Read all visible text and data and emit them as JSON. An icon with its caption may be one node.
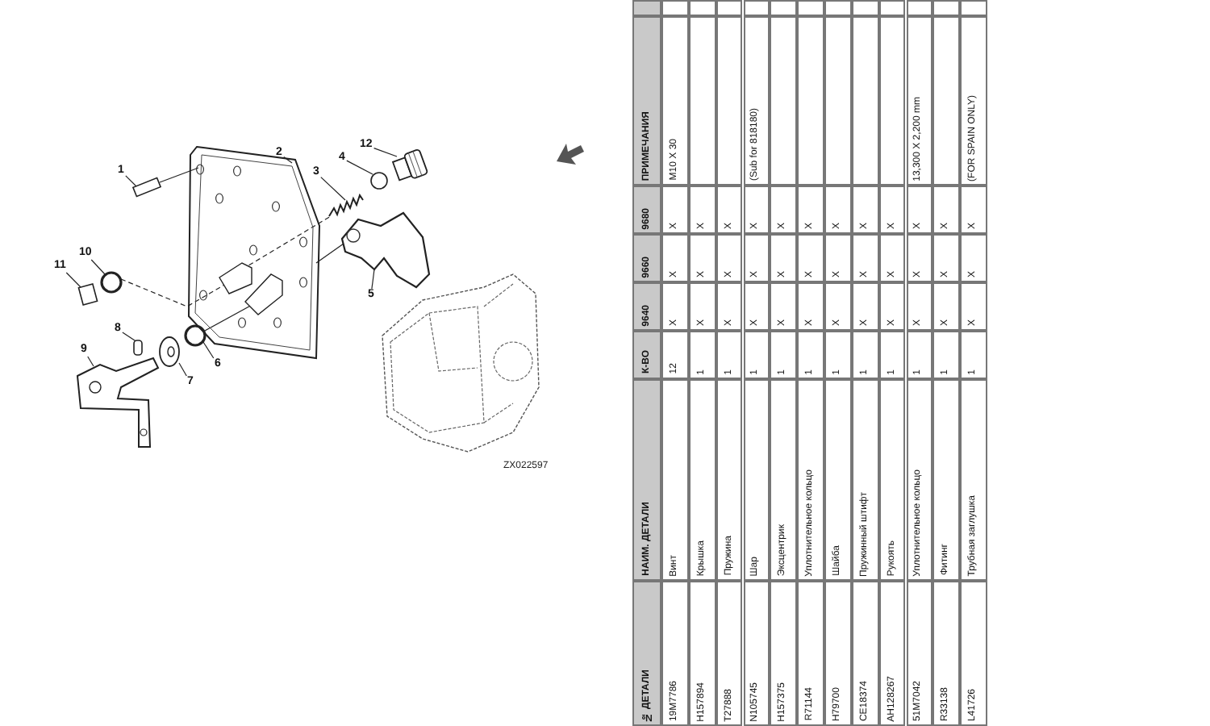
{
  "diagram": {
    "nodes": [
      {
        "text": [
          "1"
        ]
      },
      {
        "text": [
          "2"
        ]
      },
      {
        "text": [
          "3"
        ]
      },
      {
        "text": [
          "4"
        ]
      },
      {
        "text": [
          "5"
        ]
      },
      {
        "text": [
          "6"
        ]
      },
      {
        "text": [
          "7"
        ]
      },
      {
        "text": [
          "8"
        ]
      },
      {
        "text": [
          "9"
        ]
      },
      {
        "text": [
          "10"
        ]
      },
      {
        "text": [
          "11"
        ]
      },
      {
        "text": [
          "12"
        ]
      },
      {
        "text": [],
        "shape": "box"
      },
      {
        "text": [],
        "shape": "picture"
      },
      {
        "text": [],
        "shape": "picture"
      },
      {
        "text": [],
        "shape": "circle"
      },
      {
        "text": [],
        "shape": "picture"
      },
      {
        "text": [],
        "shape": "circle"
      },
      {
        "text": [],
        "shape": "picture"
      },
      {
        "text": [],
        "shape": "box"
      },
      {
        "text": [],
        "shape": "picture"
      },
      {
        "text": [],
        "shape": "circle"
      },
      {
        "text": [],
        "shape": "box"
      },
      {
        "text": [],
        "shape": "picture"
      }
    ],
    "edges": [
      {
        "from": 0,
        "to": 12,
        "arrow": "none"
      },
      {
        "from": 1,
        "to": 13,
        "arrow": "none"
      },
      {
        "from": 2,
        "to": 14,
        "arrow": "none"
      },
      {
        "from": 3,
        "to": 15,
        "arrow": "none"
      },
      {
        "from": 4,
        "to": 16,
        "arrow": "none"
      },
      {
        "from": 5,
        "to": 17,
        "arrow": "none"
      },
      {
        "from": 6,
        "to": 18,
        "arrow": "none"
      },
      {
        "from": 7,
        "to": 19,
        "arrow": "none"
      },
      {
        "from": 8,
        "to": 20,
        "arrow": "none"
      },
      {
        "from": 9,
        "to": 21,
        "arrow": "none"
      },
      {
        "from": 10,
        "to": 22,
        "arrow": "none"
      },
      {
        "from": 11,
        "to": 23,
        "arrow": "none"
      },
      {
        "from": 12,
        "to": 13,
        "arrow": "none"
      },
      {
        "from": 21,
        "to": 13,
        "arrow": "none",
        "style": "dashed"
      },
      {
        "from": 17,
        "to": 13,
        "arrow": "none"
      },
      {
        "from": 13,
        "to": 16,
        "arrow": "none"
      },
      {
        "from": 13,
        "to": 14,
        "arrow": "none",
        "style": "dashed"
      }
    ],
    "labels": [
      "ZX022597",
      "№ ДЕТАЛИ",
      "НАИМ. ДЕТАЛИ",
      "К-ВО",
      "9640",
      "9660",
      "9680",
      "ПРИМЕЧАНИЯ",
      "19M7786",
      "Винт",
      "12",
      "X",
      "X",
      "X",
      "M10 X 30",
      "H157894",
      "Крышка",
      "1",
      "X",
      "X",
      "X",
      "T27888",
      "Пружина",
      "1",
      "X",
      "X",
      "X",
      "N105745",
      "Шар",
      "1",
      "X",
      "X",
      "X",
      "(Sub for 818180)",
      "H157375",
      "Эксцентрик",
      "1",
      "X",
      "X",
      "X",
      "R71144",
      "Уплотнительное кольцо",
      "1",
      "X",
      "X",
      "X",
      "H79700",
      "Шайба",
      "1",
      "X",
      "X",
      "X",
      "CE18374",
      "Пружинный штифт",
      "1",
      "X",
      "X",
      "X",
      "AH128267",
      "Рукоять",
      "1",
      "X",
      "X",
      "X",
      "51M7042",
      "Уплотнительное кольцо",
      "1",
      "X",
      "X",
      "X",
      "13,300 X 2,200 mm",
      "R33138",
      "Фитинг",
      "1",
      "X",
      "X",
      "X",
      "L41726",
      "Трубная заглушка",
      "1",
      "X",
      "X",
      "X",
      "(FOR SPAIN ONLY)"
    ]
  }
}
